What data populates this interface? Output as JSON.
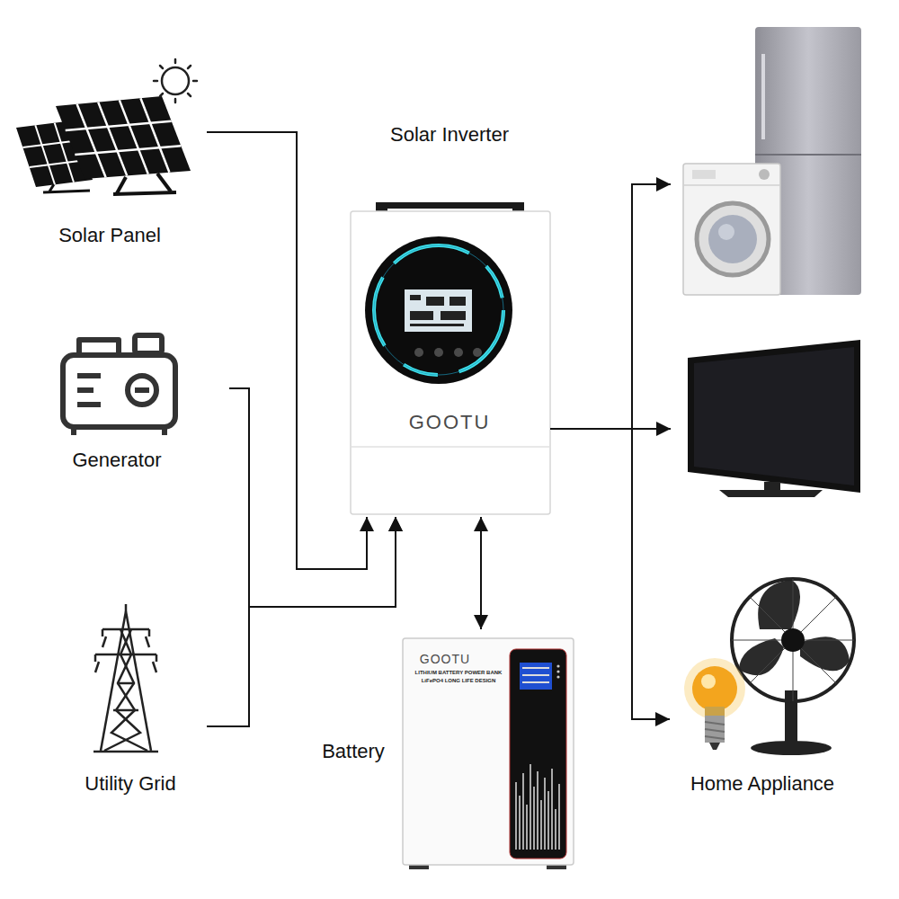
{
  "diagram": {
    "nodes": [
      {
        "text": [
          "Solar Panel"
        ]
      },
      {
        "text": [
          "Generator"
        ]
      },
      {
        "text": [
          "Utility Grid"
        ]
      },
      {
        "text": [
          "Solar Inverter",
          "GOOTU"
        ]
      },
      {
        "text": [
          "Battery",
          "GOOTU",
          "LITHIUM BATTERY POWER BANK",
          "LiFePO4 LONG LIFE DESIGN"
        ]
      },
      {
        "text": [
          "Home Appliance"
        ]
      }
    ],
    "edges": [
      {
        "from": 0,
        "to": 3,
        "arrow": "to"
      },
      {
        "from": 1,
        "to": 3,
        "arrow": "to"
      },
      {
        "from": 2,
        "to": 3,
        "arrow": "to"
      },
      {
        "from": 3,
        "to": 4,
        "arrow": "both"
      },
      {
        "from": 3,
        "to": 5,
        "arrow": "to"
      }
    ]
  }
}
